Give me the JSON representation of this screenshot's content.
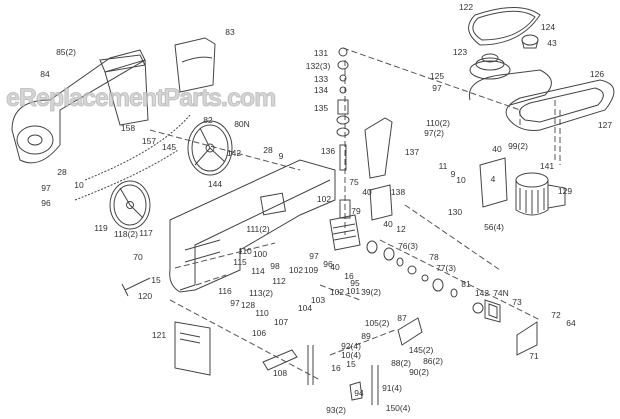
{
  "diagram": {
    "title": "Band saw exploded parts diagram",
    "watermark": "eReplacementParts.com",
    "part_labels": [
      "83",
      "85(2)",
      "84",
      "82",
      "158",
      "157",
      "145",
      "80N",
      "142",
      "28",
      "9",
      "28",
      "10",
      "144",
      "97",
      "96",
      "119",
      "118(2)",
      "117",
      "70",
      "111(2)",
      "110",
      "100",
      "98",
      "102",
      "109",
      "115",
      "114",
      "112",
      "113(2)",
      "15",
      "120",
      "116",
      "97",
      "128",
      "110",
      "104",
      "107",
      "106",
      "121",
      "108",
      "122",
      "124",
      "43",
      "123",
      "125",
      "97",
      "126",
      "131",
      "132(3)",
      "133",
      "134",
      "135",
      "110(2)",
      "97(2)",
      "127",
      "136",
      "137",
      "99(2)",
      "40",
      "11",
      "9",
      "10",
      "141",
      "129",
      "75",
      "40",
      "138",
      "102",
      "79",
      "130",
      "4",
      "40",
      "12",
      "56(4)",
      "76(3)",
      "78",
      "77(3)",
      "81",
      "142",
      "74N",
      "73",
      "72",
      "64",
      "71",
      "97",
      "96",
      "40",
      "16",
      "95",
      "39(2)",
      "102",
      "101",
      "103",
      "105(2)",
      "87",
      "89",
      "92(4)",
      "10(4)",
      "15",
      "16",
      "145(2)",
      "86(2)",
      "88(2)",
      "90(2)",
      "91(4)",
      "94",
      "93(2)",
      "150(4)"
    ]
  }
}
